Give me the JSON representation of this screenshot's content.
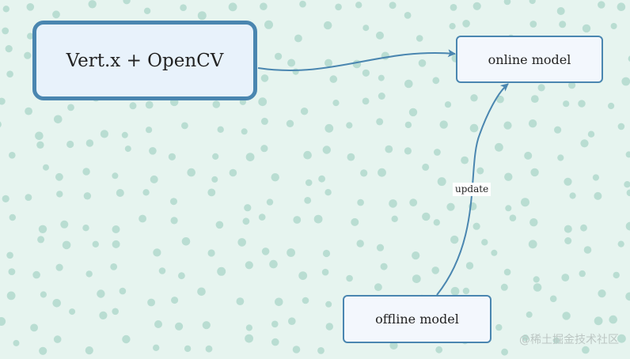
{
  "diagram": {
    "nodes": {
      "main": {
        "label": "Vert.x + OpenCV"
      },
      "online": {
        "label": "online model"
      },
      "offline": {
        "label": "offline model"
      }
    },
    "edges": [
      {
        "from": "Vert.x + OpenCV",
        "to": "online model",
        "label": ""
      },
      {
        "from": "offline model",
        "to": "online model",
        "label": "update"
      }
    ]
  },
  "colors": {
    "background": "#e6f4ef",
    "dots": "#a9d6c8",
    "node_border": "#4a86b0",
    "edge": "#4a86b0"
  },
  "watermark": "@稀土掘金技术社区"
}
